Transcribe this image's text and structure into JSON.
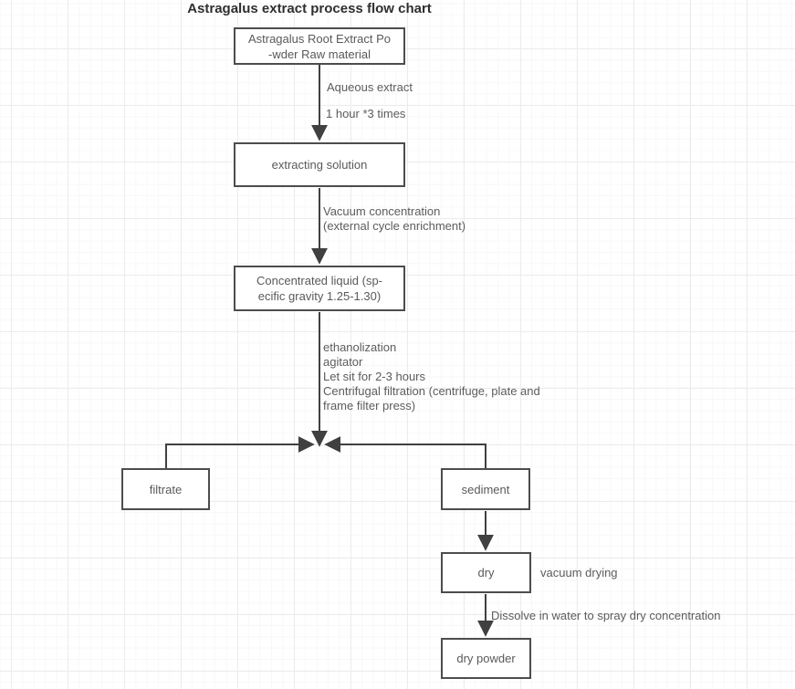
{
  "flowchart": {
    "title": "Astragalus extract process flow chart",
    "nodes": {
      "raw_material": {
        "label": "Astragalus Root Extract Po\n-wder Raw material"
      },
      "extracting_solution": {
        "label": "extracting solution"
      },
      "concentrated_liquid": {
        "label": "Concentrated liquid (sp-\necific gravity 1.25-1.30)"
      },
      "filtrate": {
        "label": "filtrate"
      },
      "sediment": {
        "label": "sediment"
      },
      "dry": {
        "label": "dry"
      },
      "dry_powder": {
        "label": "dry powder"
      }
    },
    "edge_labels": {
      "aqueous_extract": "Aqueous extract",
      "duration": "1 hour *3 times",
      "vacuum_concentration": "Vacuum concentration\n(external cycle enrichment)",
      "ethanolization_steps": "ethanolization\nagitator\nLet sit for 2-3 hours\nCentrifugal filtration (centrifuge, plate and frame filter press)",
      "vacuum_drying": "vacuum drying",
      "dissolve": "Dissolve in water to spray dry concentration"
    },
    "colors": {
      "line": "#404040",
      "box_border": "#4d4d4d",
      "text": "#595959",
      "title": "#2f2f2f"
    }
  }
}
